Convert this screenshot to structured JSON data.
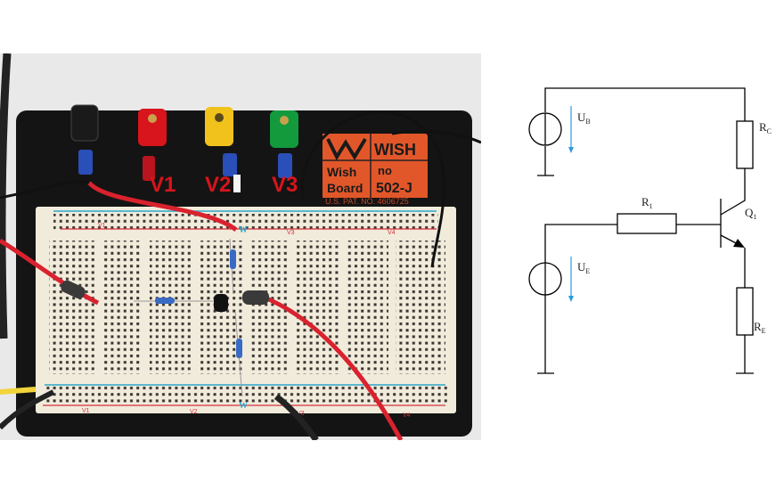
{
  "photo": {
    "posts": [
      {
        "color": "#1a1a1a",
        "label": ""
      },
      {
        "color": "#d8141c",
        "label": "V1"
      },
      {
        "color": "#f2c21c",
        "label": "V2"
      },
      {
        "color": "#129a3c",
        "label": "V3"
      }
    ],
    "logo": {
      "brand": "WISH",
      "name_line1": "Wish",
      "name_line2": "Board",
      "model_prefix": "no",
      "model": "502-J",
      "patent": "U.S. PAT. NO. 4606725"
    },
    "rail_labels": [
      "V1",
      "V2",
      "V3",
      "V4"
    ],
    "center_mark": "W",
    "colors": {
      "board": "#141414",
      "breadboard": "#f1ebdc",
      "label_orange": "#e2572a",
      "wire_red": "#d9222e",
      "rail_blue": "#2aa6c9",
      "rail_red": "#d7303c"
    }
  },
  "schematic": {
    "sources": [
      {
        "symbol": "U",
        "sub": "B"
      },
      {
        "symbol": "U",
        "sub": "E"
      }
    ],
    "resistors": [
      {
        "symbol": "R",
        "sub": "C"
      },
      {
        "symbol": "R",
        "sub": "1"
      },
      {
        "symbol": "R",
        "sub": "E"
      }
    ],
    "transistor": {
      "symbol": "Q",
      "sub": "1",
      "type": "NPN"
    },
    "colors": {
      "wire": "#000000",
      "arrow": "#2b9be0"
    }
  }
}
